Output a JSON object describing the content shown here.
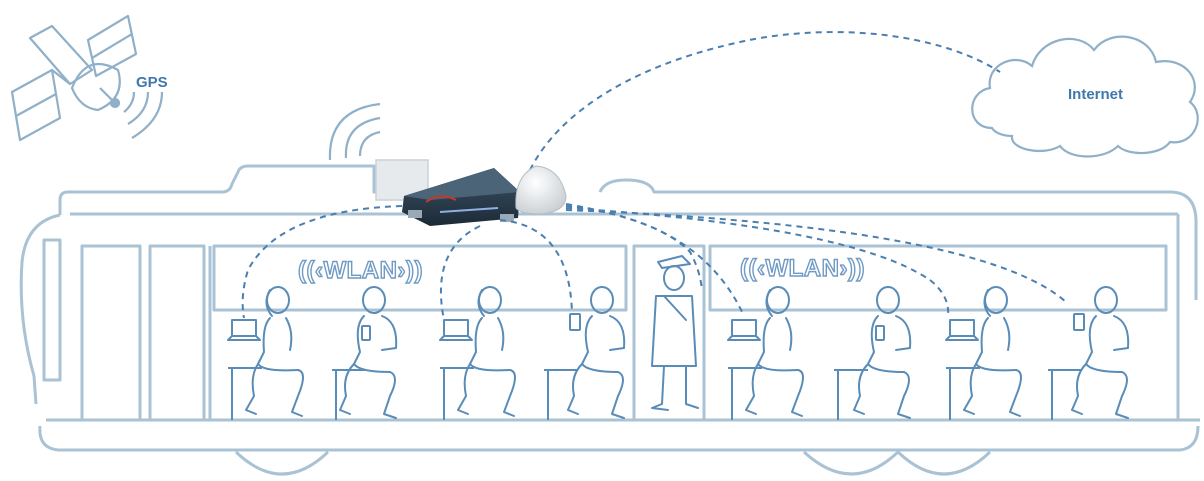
{
  "labels": {
    "gps": "GPS",
    "internet": "Internet",
    "wlan_left": "((‹WLAN›))",
    "wlan_right": "((‹WLAN›))"
  },
  "colors": {
    "line": "#8fb0c8",
    "person": "#5a8cb8",
    "dash": "#4a7fb0",
    "label_text": "#3f78ad",
    "router_body": "#2b3f52",
    "antenna": "#e8ebec"
  },
  "icons": [
    "satellite-icon",
    "cloud-icon",
    "router-icon",
    "antenna-dome-icon",
    "wifi-signal-icon",
    "laptop-icon",
    "phone-icon"
  ],
  "passengers": [
    {
      "type": "woman",
      "device": "laptop"
    },
    {
      "type": "man",
      "device": "phone"
    },
    {
      "type": "woman",
      "device": "laptop"
    },
    {
      "type": "man",
      "device": "phone"
    },
    {
      "type": "woman",
      "device": "laptop"
    },
    {
      "type": "man",
      "device": "phone"
    },
    {
      "type": "woman",
      "device": "laptop"
    },
    {
      "type": "man",
      "device": "phone"
    }
  ]
}
